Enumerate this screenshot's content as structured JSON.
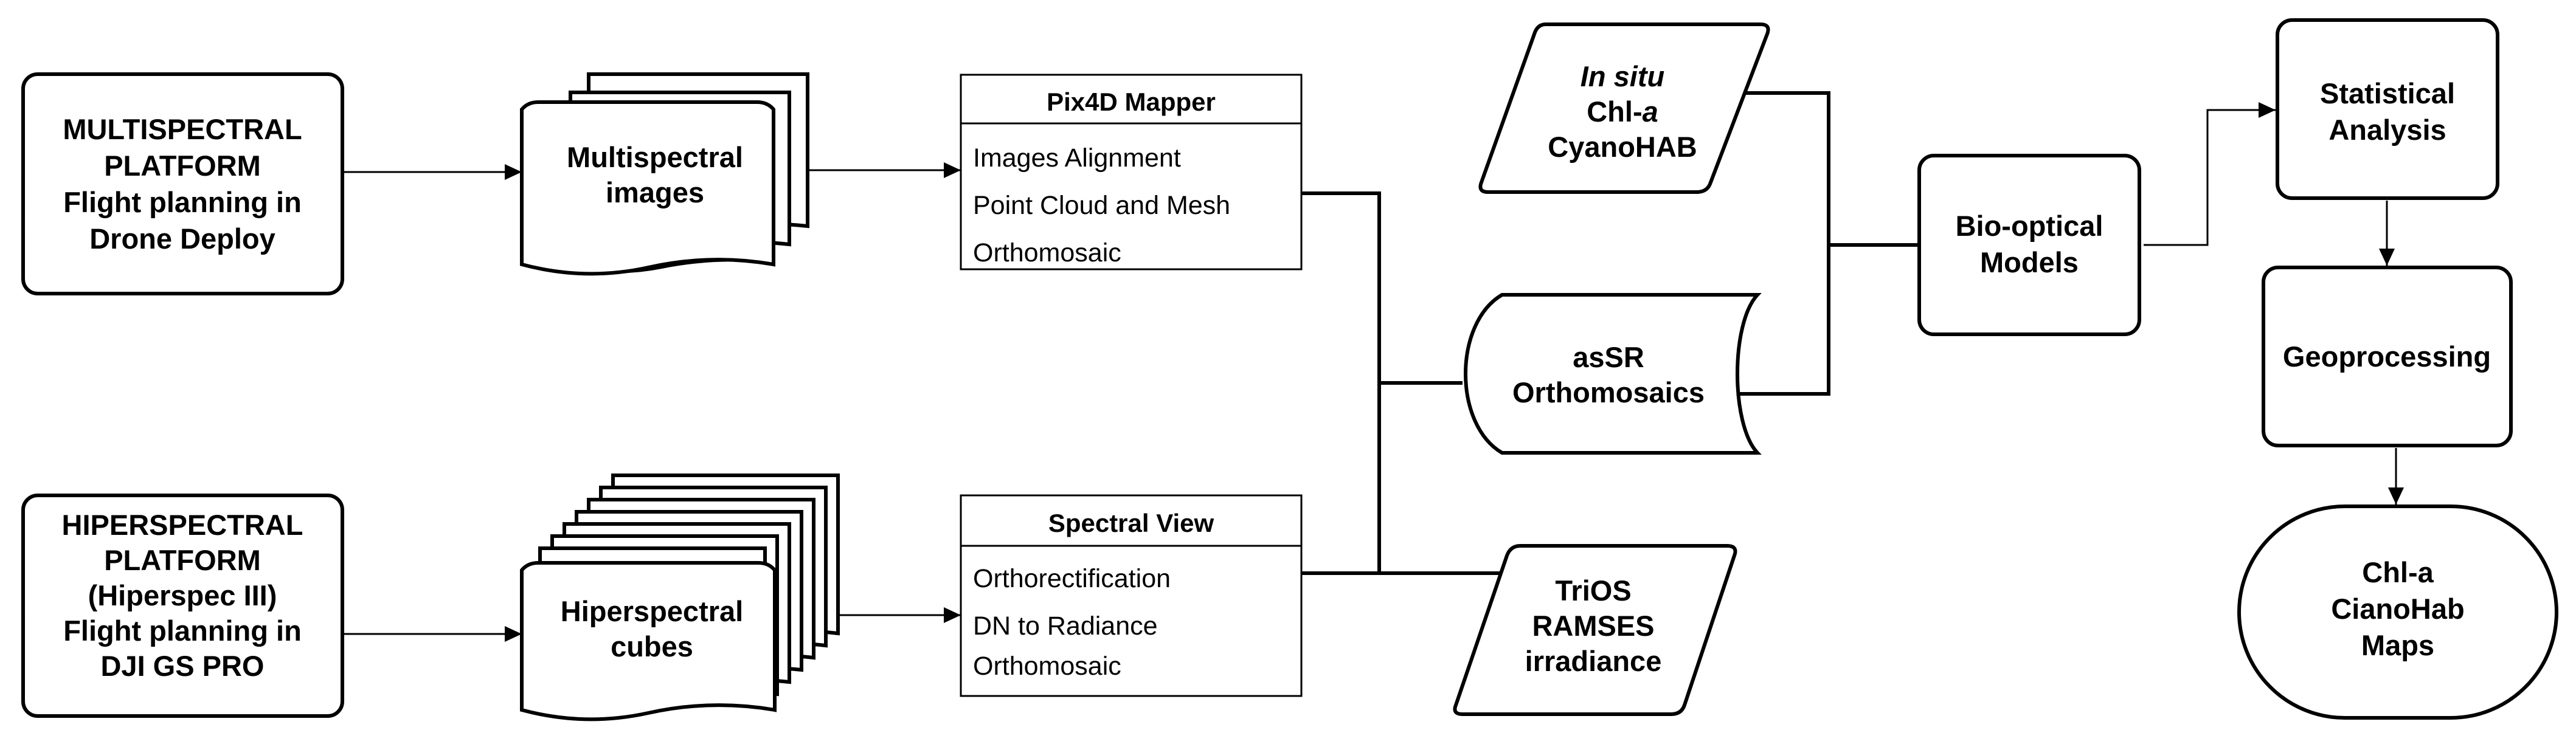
{
  "nodes": {
    "multispectral_platform": [
      "MULTISPECTRAL",
      "PLATFORM",
      "Flight planning in",
      "Drone Deploy"
    ],
    "hiperspectral_platform": [
      "HIPERSPECTRAL",
      "PLATFORM",
      "(Hiperspec III)",
      "Flight planning in",
      "DJI GS PRO"
    ],
    "multispectral_images": [
      "Multispectral",
      "images"
    ],
    "hiperspectral_cubes": [
      "Hiperspectral",
      "cubes"
    ],
    "pix4d": {
      "title": "Pix4D Mapper",
      "items": [
        "Images Alignment",
        "Point Cloud and Mesh",
        "Orthomosaic"
      ]
    },
    "spectral_view": {
      "title": "Spectral View",
      "items": [
        "Orthorectification",
        "DN to Radiance",
        "Orthomosaic"
      ]
    },
    "in_situ": {
      "line1": "In situ",
      "line2_prefix": "Chl-",
      "line2_italic": "a",
      "line3": "CyanoHAB"
    },
    "assr": [
      "asSR",
      "Orthomosaics"
    ],
    "trios": [
      "TriOS",
      "RAMSES",
      "irradiance"
    ],
    "bio_optical": [
      "Bio-optical",
      "Models"
    ],
    "statistical": [
      "Statistical",
      "Analysis"
    ],
    "geoprocessing": "Geoprocessing",
    "maps": [
      "Chl-a",
      "CianoHab",
      "Maps"
    ]
  }
}
